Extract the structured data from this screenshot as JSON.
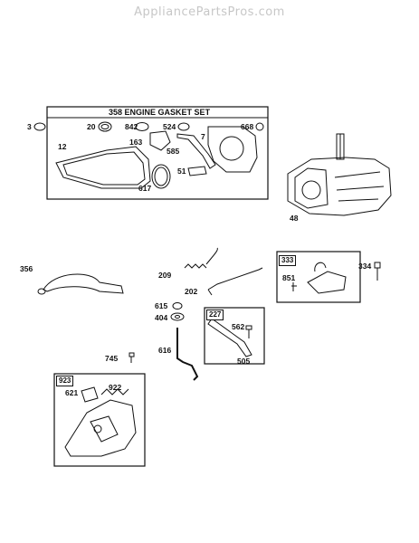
{
  "watermark": "AppliancePartsPros.com",
  "kit_gasket": {
    "number": "358",
    "title": "ENGINE GASKET SET"
  },
  "kit_333": "333",
  "kit_227": "227",
  "kit_923": "923",
  "parts": {
    "p3": "3",
    "p20": "20",
    "p842": "842",
    "p524": "524",
    "p7": "7",
    "p668": "668",
    "p12": "12",
    "p163": "163",
    "p585": "585",
    "p51": "51",
    "p617": "617",
    "p48": "48",
    "p356": "356",
    "p209": "209",
    "p202": "202",
    "p615": "615",
    "p404": "404",
    "p616": "616",
    "p745": "745",
    "p851": "851",
    "p334": "334",
    "p562": "562",
    "p505": "505",
    "p621": "621",
    "p922": "922"
  }
}
